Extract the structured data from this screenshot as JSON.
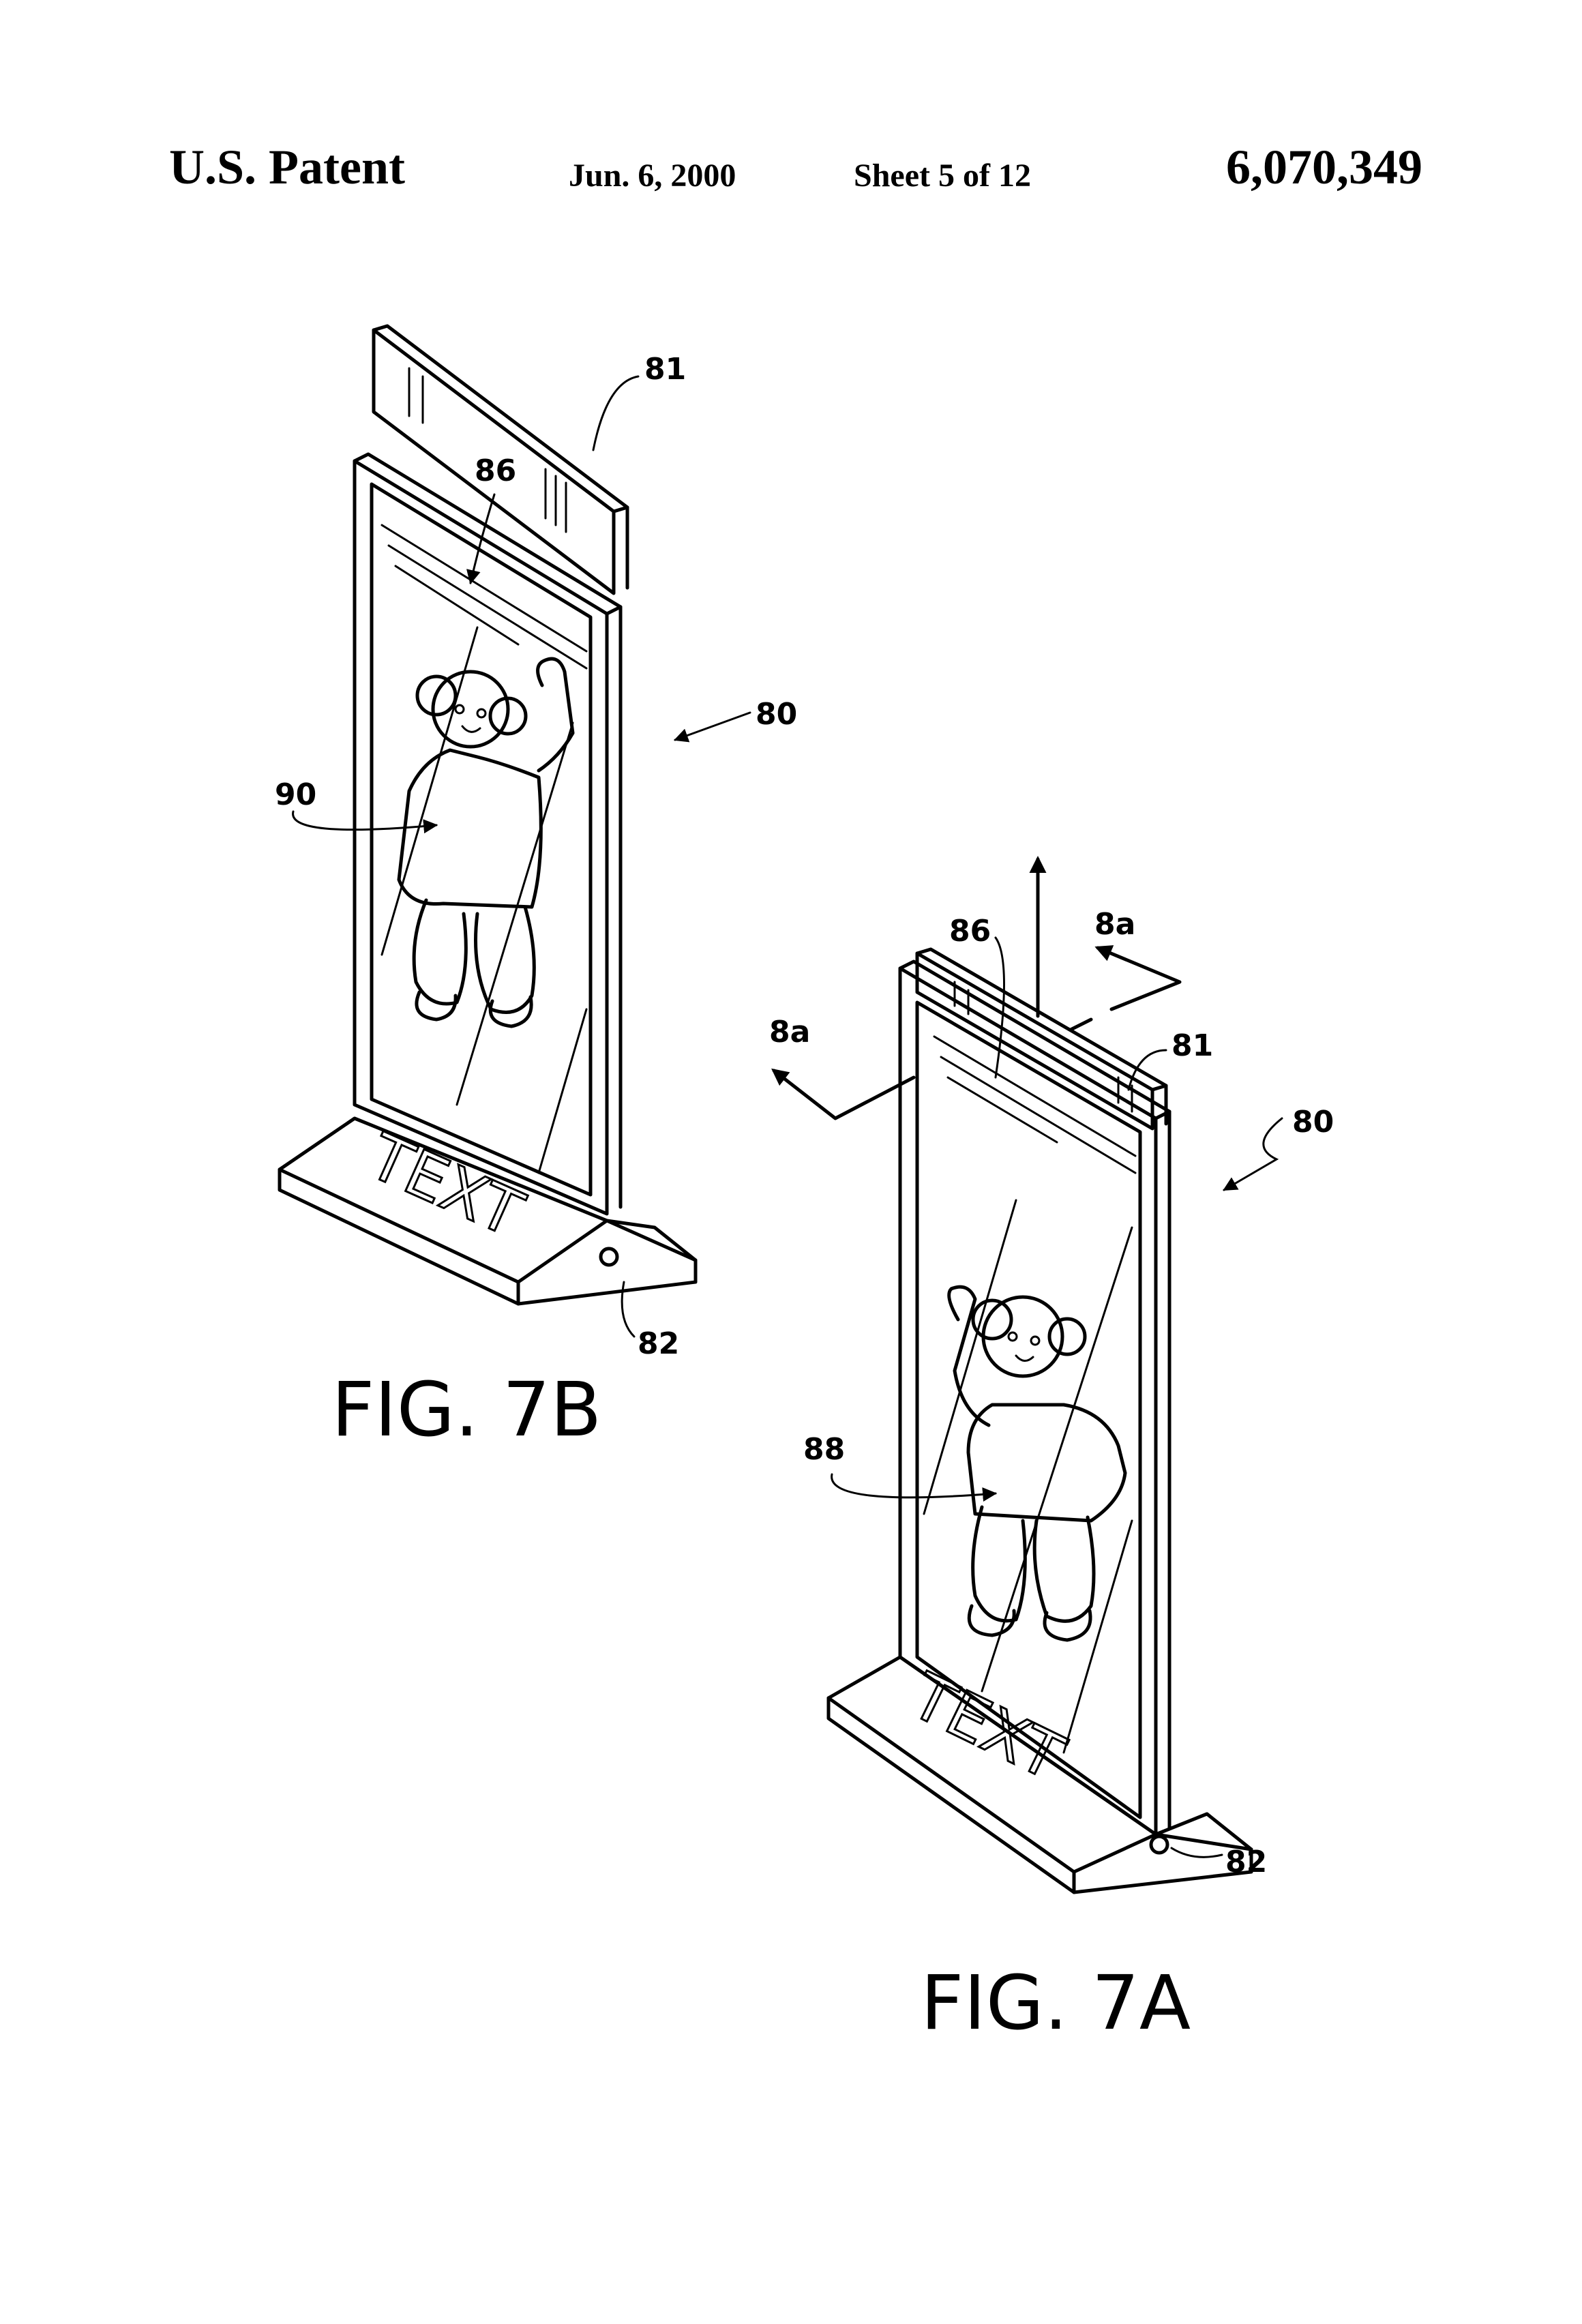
{
  "header": {
    "left": "U.S. Patent",
    "date": "Jun. 6, 2000",
    "sheet": "Sheet 5 of 12",
    "patent_number": "6,070,349"
  },
  "figures": {
    "fig7b": {
      "caption": "FIG. 7B",
      "base_text": "TEXT",
      "labels": {
        "insert": "81",
        "top_edge": "86",
        "assembly": "80",
        "image": "90",
        "base": "82"
      }
    },
    "fig7a": {
      "caption": "FIG. 7A",
      "base_text": "TEXT",
      "labels": {
        "insert": "81",
        "top_edge": "86",
        "assembly": "80",
        "image": "88",
        "base": "82",
        "section_left": "8a",
        "section_right": "8a"
      }
    }
  }
}
